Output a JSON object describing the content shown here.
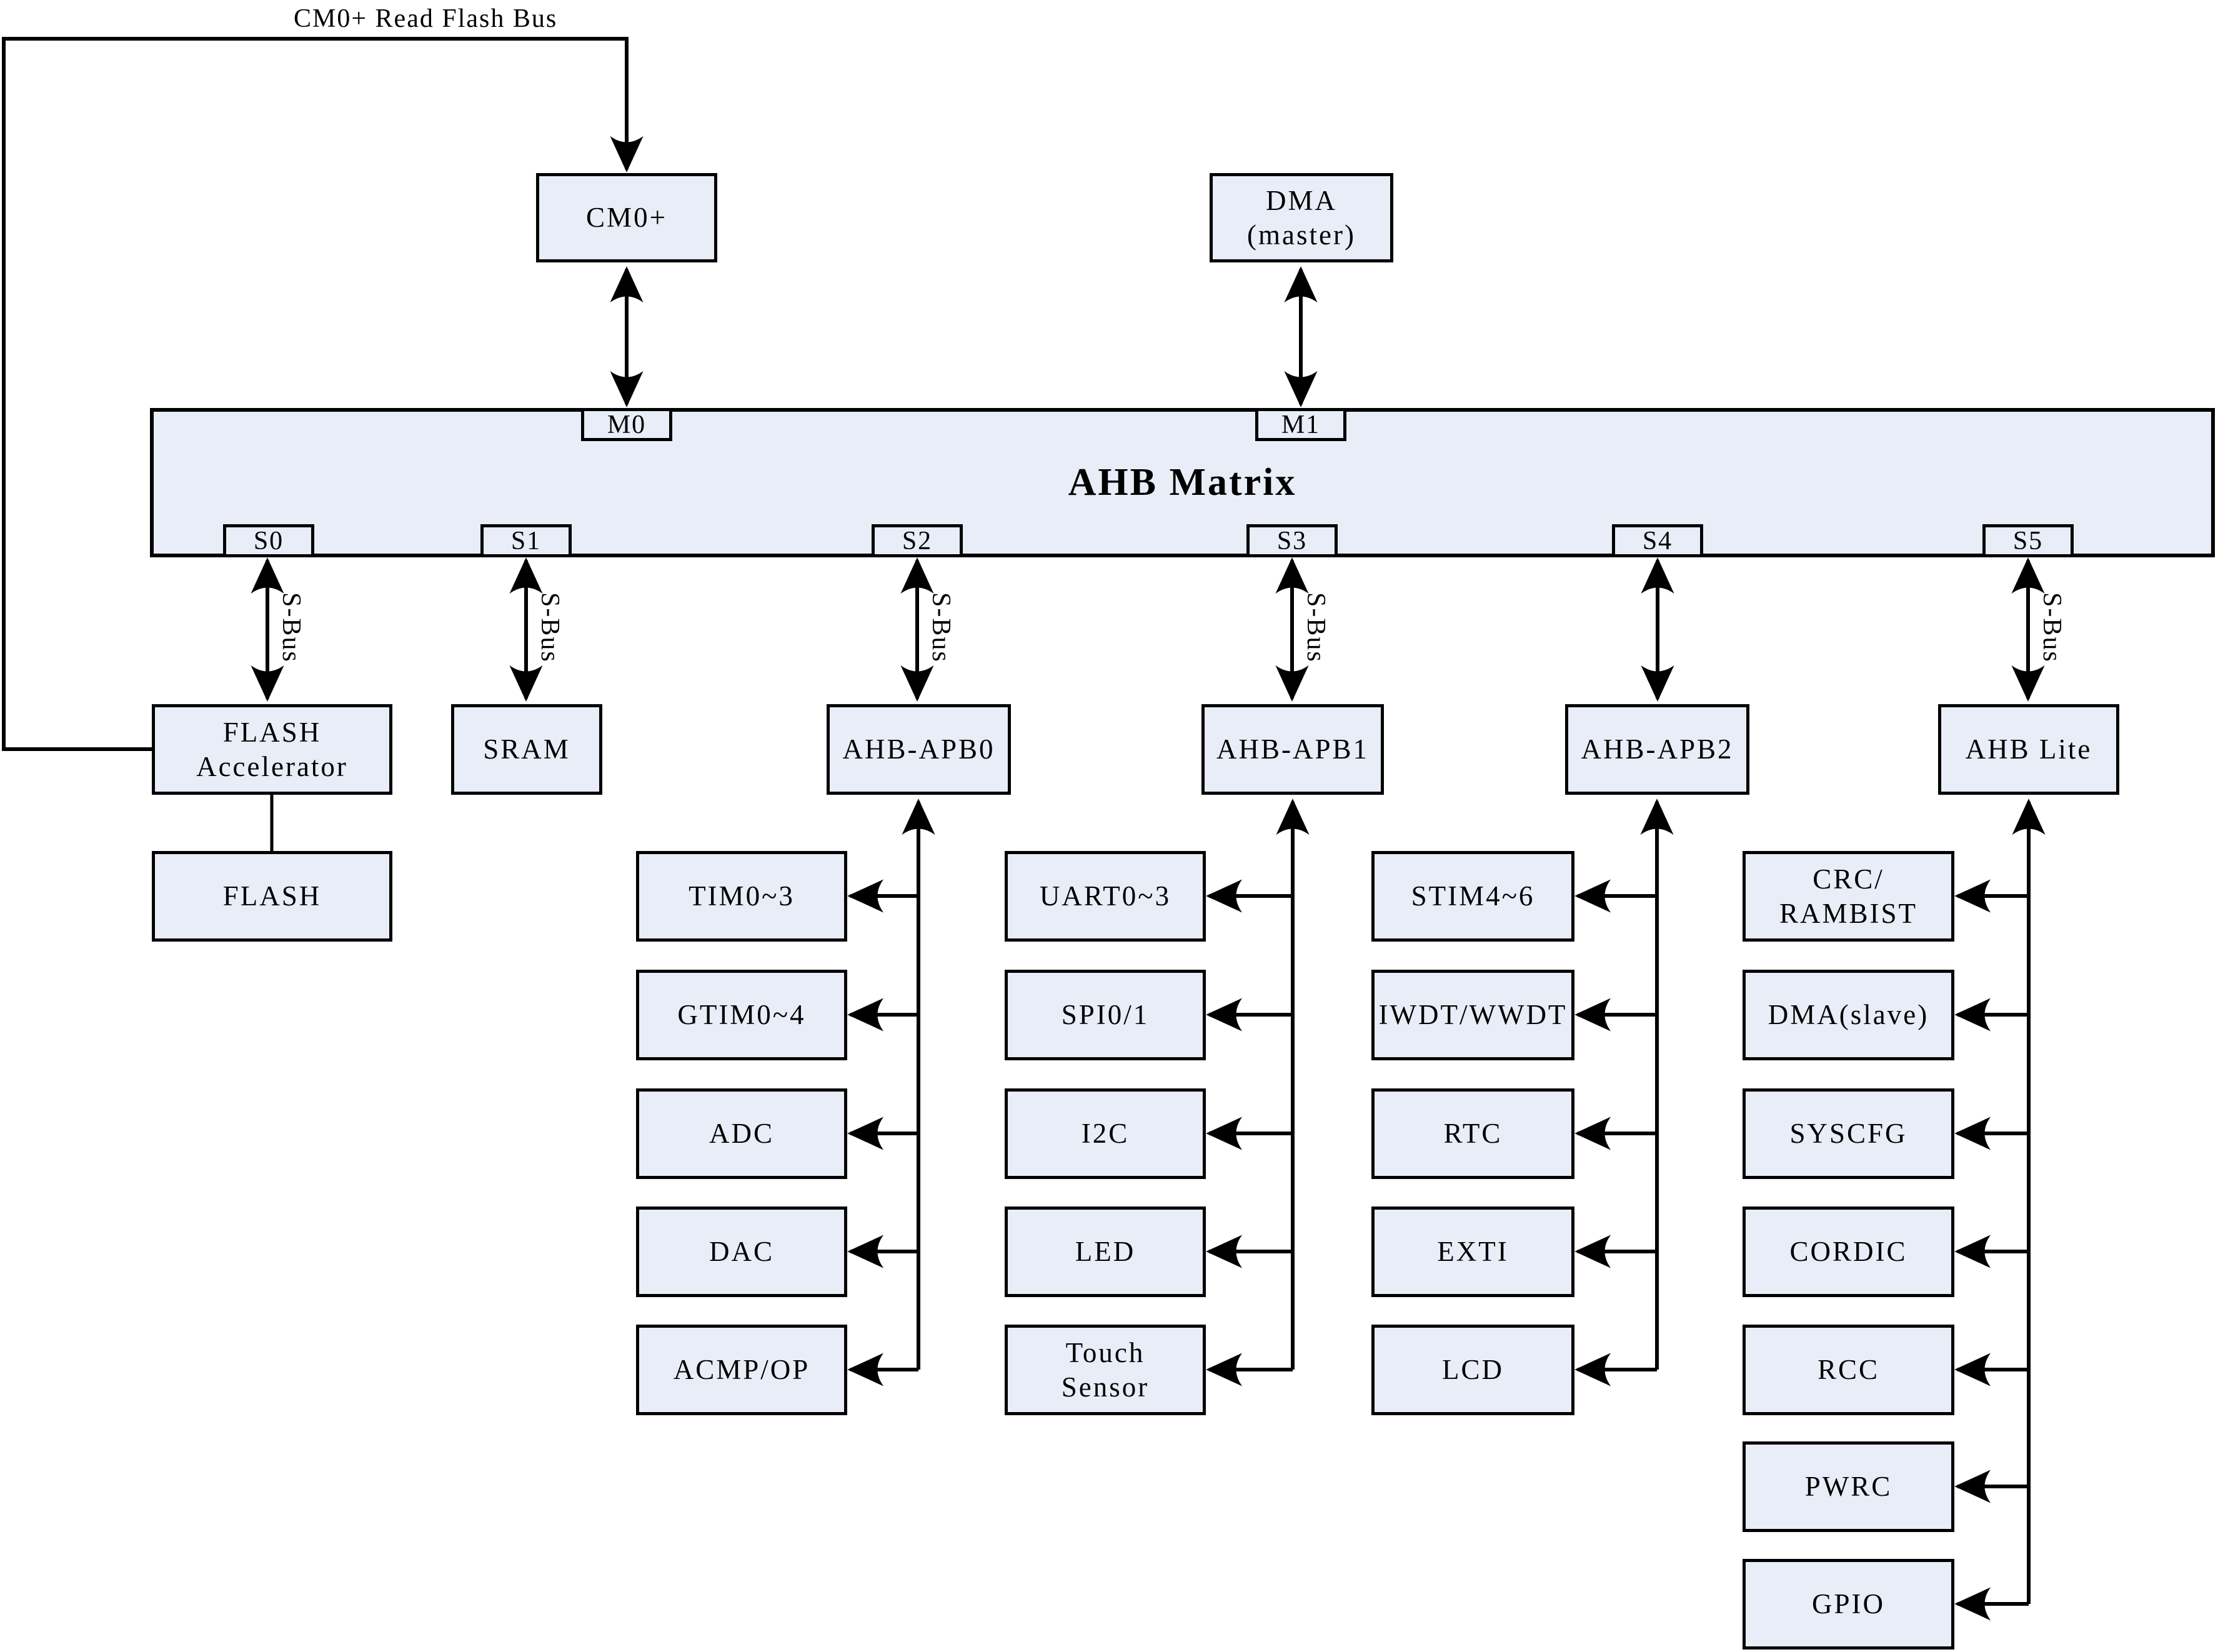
{
  "colors": {
    "box_fill": "#e8edf7",
    "line": "#000000",
    "background": "#ffffff"
  },
  "top_bus": {
    "label": "CM0+ Read Flash Bus"
  },
  "masters": {
    "cm0": {
      "lines": [
        "CM0+"
      ]
    },
    "dma": {
      "lines": [
        "DMA",
        "(master)"
      ]
    }
  },
  "matrix": {
    "title": "AHB Matrix",
    "master_ports": [
      {
        "label": "M0"
      },
      {
        "label": "M1"
      }
    ],
    "slave_ports": [
      {
        "label": "S0"
      },
      {
        "label": "S1"
      },
      {
        "label": "S2"
      },
      {
        "label": "S3"
      },
      {
        "label": "S4"
      },
      {
        "label": "S5"
      }
    ]
  },
  "s_bus_label": "S-Bus",
  "level2": {
    "flash_accelerator": {
      "lines": [
        "FLASH",
        "Accelerator"
      ]
    },
    "sram": {
      "lines": [
        "SRAM"
      ]
    },
    "flash": {
      "lines": [
        "FLASH"
      ]
    },
    "bridges": [
      {
        "label": "AHB-APB0"
      },
      {
        "label": "AHB-APB1"
      },
      {
        "label": "AHB-APB2"
      },
      {
        "label": "AHB Lite"
      }
    ]
  },
  "peripheral_columns": [
    {
      "bridge": "AHB-APB0",
      "items": [
        {
          "lines": [
            "TIM0~3"
          ]
        },
        {
          "lines": [
            "GTIM0~4"
          ]
        },
        {
          "lines": [
            "ADC"
          ]
        },
        {
          "lines": [
            "DAC"
          ]
        },
        {
          "lines": [
            "ACMP/OP"
          ]
        }
      ]
    },
    {
      "bridge": "AHB-APB1",
      "items": [
        {
          "lines": [
            "UART0~3"
          ]
        },
        {
          "lines": [
            "SPI0/1"
          ]
        },
        {
          "lines": [
            "I2C"
          ]
        },
        {
          "lines": [
            "LED"
          ]
        },
        {
          "lines": [
            "Touch",
            "Sensor"
          ]
        }
      ]
    },
    {
      "bridge": "AHB-APB2",
      "items": [
        {
          "lines": [
            "STIM4~6"
          ]
        },
        {
          "lines": [
            "IWDT/WWDT"
          ]
        },
        {
          "lines": [
            "RTC"
          ]
        },
        {
          "lines": [
            "EXTI"
          ]
        },
        {
          "lines": [
            "LCD"
          ]
        }
      ]
    },
    {
      "bridge": "AHB Lite",
      "items": [
        {
          "lines": [
            "CRC/",
            "RAMBIST"
          ]
        },
        {
          "lines": [
            "DMA(slave)"
          ]
        },
        {
          "lines": [
            "SYSCFG"
          ]
        },
        {
          "lines": [
            "CORDIC"
          ]
        },
        {
          "lines": [
            "RCC"
          ]
        },
        {
          "lines": [
            "PWRC"
          ]
        },
        {
          "lines": [
            "GPIO"
          ]
        }
      ]
    }
  ]
}
